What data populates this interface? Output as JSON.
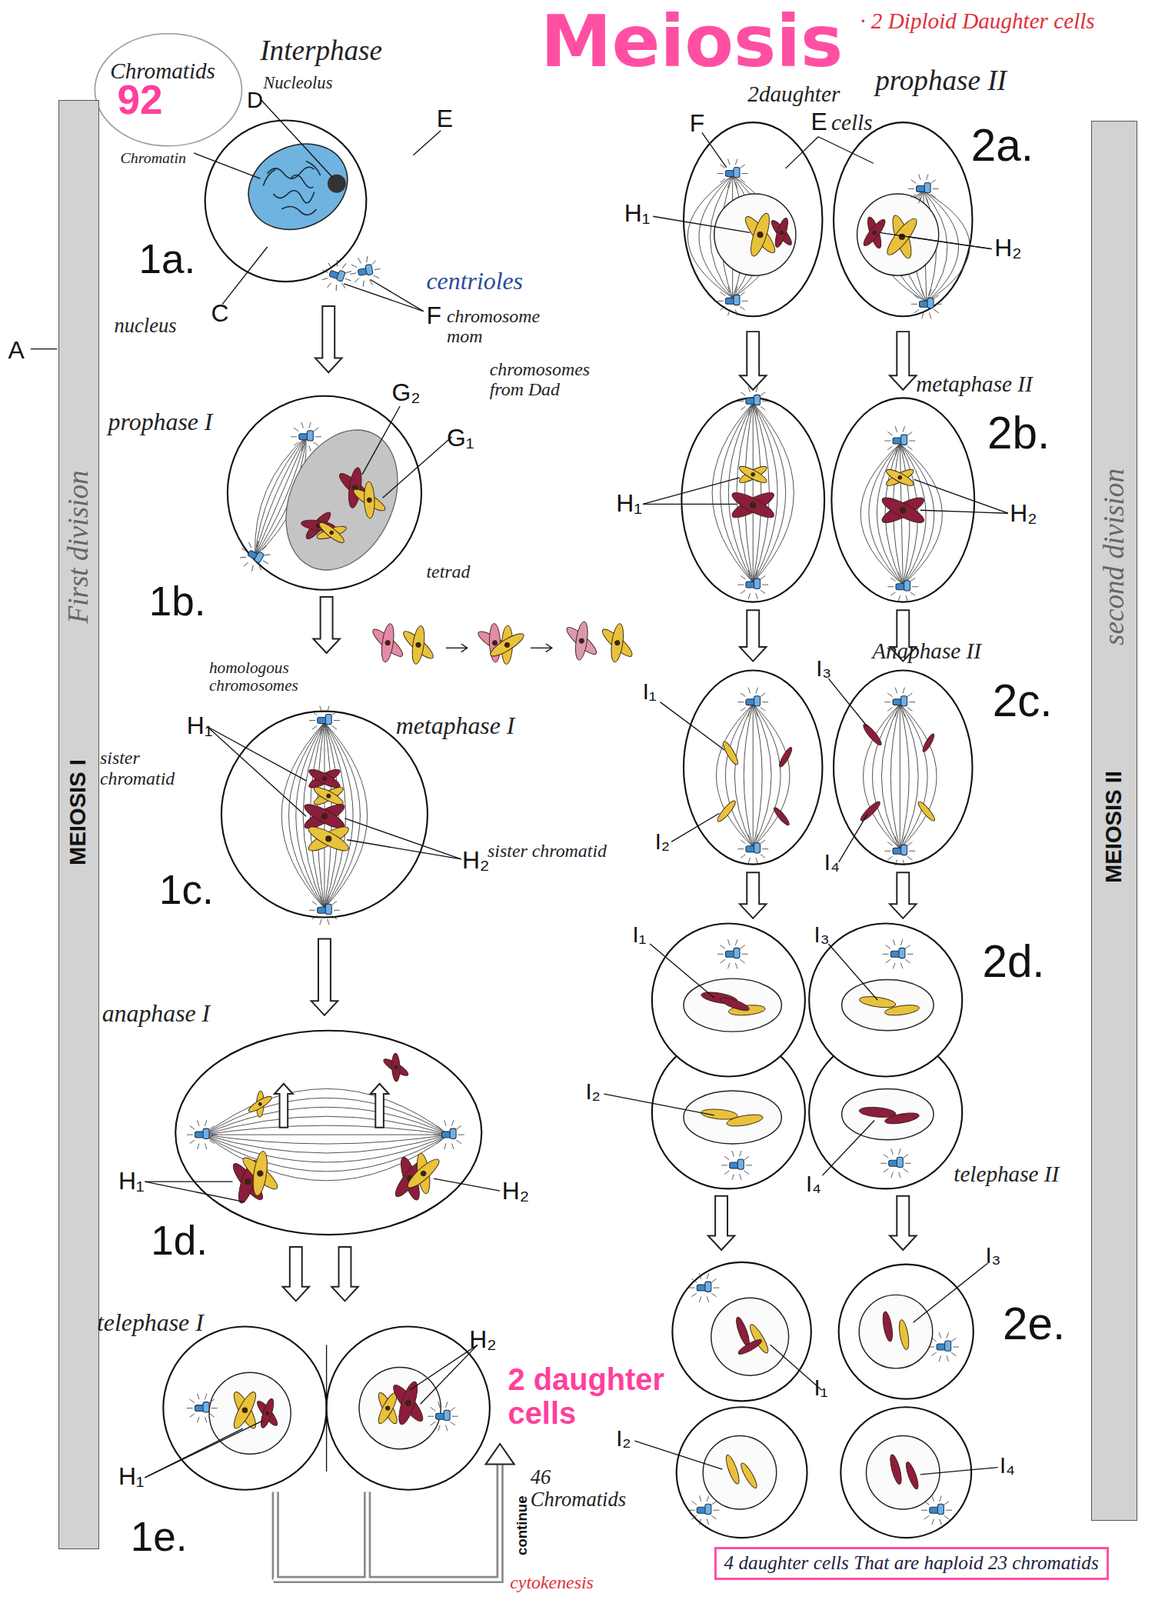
{
  "diagram": {
    "title": "Meiosis",
    "nodes": [
      {
        "text": [
          "First division",
          "MEIOSIS I"
        ]
      },
      {
        "text": [
          "second division",
          "MEIOSIS II"
        ]
      },
      {
        "text": [
          "4 daughter cells That are haploid 23 chromatids"
        ]
      }
    ],
    "labels": [
      "· 2 Diploid Daughter cells",
      "Chromatids",
      "92",
      "Interphase",
      "D",
      "Nucleolus",
      "Chromatin",
      "E",
      "1a.",
      "nucleus",
      "C",
      "centrioles",
      "F",
      "A",
      "prophase I",
      "G₂",
      "chromosome mom",
      "G₁",
      "chromosomes from Dad",
      "1b.",
      "tetrad",
      "homologous chromosomes",
      "H₁",
      "sister chromatid",
      "metaphase I",
      "H₂",
      "sister chromatid",
      "1c.",
      "anaphase I",
      "H₁",
      "H₂",
      "1d.",
      "telephase I",
      "H₂",
      "H₁",
      "1e.",
      "2 daughter cells",
      "46 Chromatids",
      "continue",
      "cytokenesis",
      "2daughter",
      "prophase II",
      "E",
      "cells",
      "2a.",
      "F",
      "H₁",
      "H₂",
      "metaphase II",
      "2b.",
      "H₁",
      "H₂",
      "I₃",
      "Anaphase II",
      "2c.",
      "I₁",
      "I₂",
      "I₄",
      "I₁",
      "I₃",
      "2d.",
      "I₂",
      "I₄",
      "telephase II",
      "I₃",
      "2e.",
      "I₁",
      "I₂",
      "I₄"
    ]
  }
}
